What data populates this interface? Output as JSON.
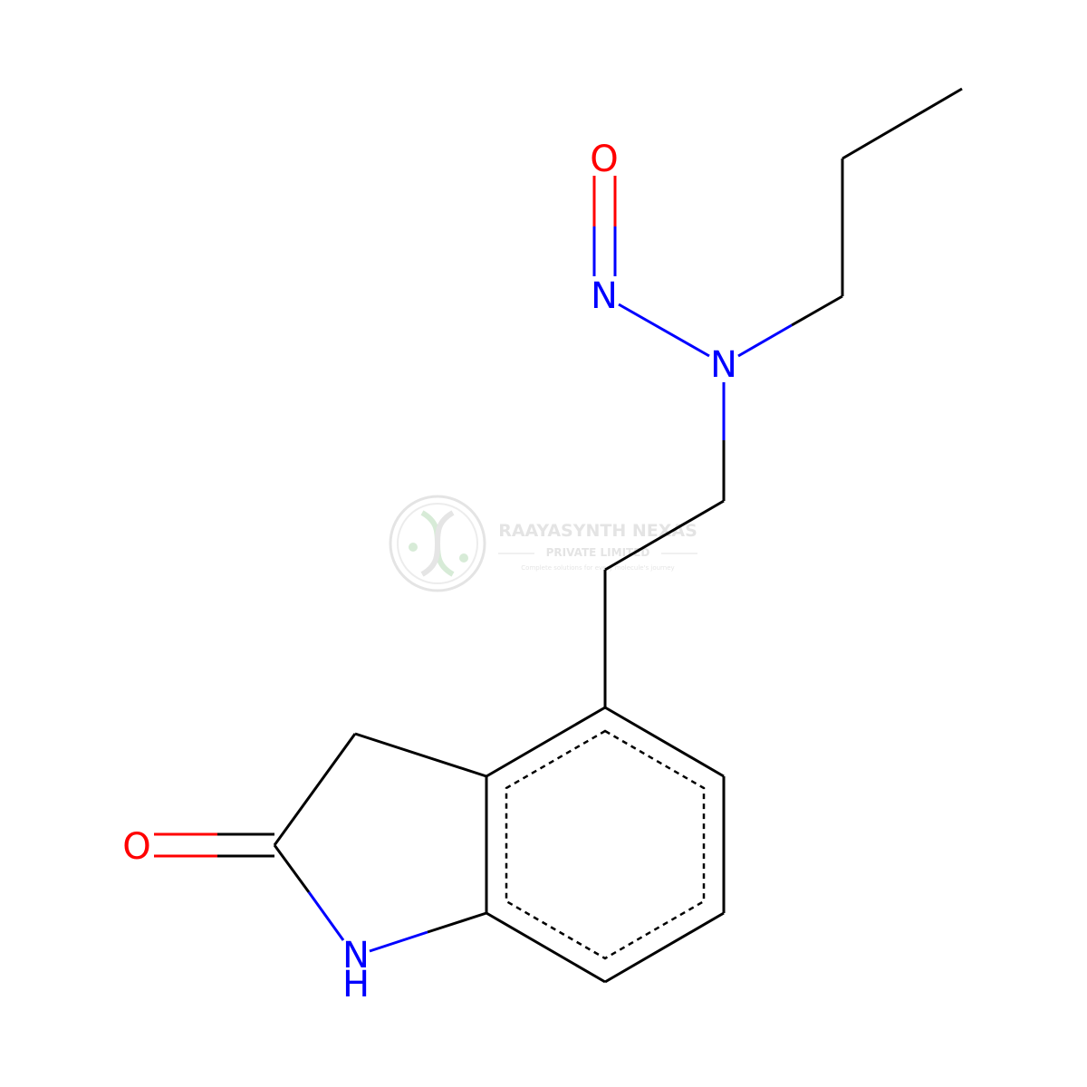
{
  "colors": {
    "carbon_bond": "#000000",
    "nitrogen": "#0000FF",
    "oxygen": "#FF0000",
    "watermark": "#cfcfcf",
    "watermark_logo": "#b8dcb8"
  },
  "atoms": {
    "o_nitroso": "O",
    "n_nitroso": "N",
    "n_amine": "N",
    "o_carbonyl": "O",
    "n_lactam": "N",
    "h_lactam": "H"
  },
  "watermark": {
    "company": "RAAYASYNTH NEXAS",
    "subtitle": "PRIVATE LIMITED",
    "tagline": "Complete solutions for every molecule's journey",
    "logo_icon": "dna-helix-icon"
  }
}
